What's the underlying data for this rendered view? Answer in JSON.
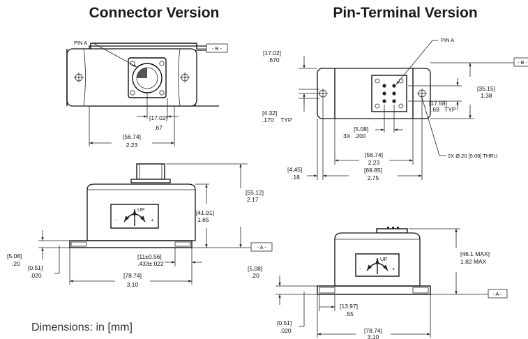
{
  "titles": {
    "connector": "Connector Version",
    "pin_terminal": "Pin-Terminal Version"
  },
  "footer": {
    "dimensions_note": "Dimensions: in [mm]"
  },
  "datums": {
    "b": "- B -",
    "a": "- A -"
  },
  "connector": {
    "pin_label": "PIN A",
    "dim_connector_offset": {
      "mm": "[17.02]",
      "in": ".67"
    },
    "dim_width": {
      "mm": "[56.74]",
      "in": "2.23"
    },
    "dim_overall_height": {
      "mm": "[55.12]",
      "in": "2.17"
    },
    "dim_body_height": {
      "mm": "[41.91]",
      "in": "1.65"
    },
    "dim_flange_thick": {
      "mm": "[5.08]",
      "in": ".20"
    },
    "dim_base_gap": {
      "mm": "[0.51]",
      "in": ".020"
    },
    "dim_hole_offset": {
      "mm": "[11±0.56]",
      "in": ".433±.022"
    },
    "dim_base_length": {
      "mm": "[78.74]",
      "in": "3.10"
    },
    "label_up": "UP",
    "label_minus": "-",
    "label_plus": "+"
  },
  "pin_terminal": {
    "pin_label": "PIN A",
    "dim_top_offset": {
      "mm": "[17.02]",
      "in": ".670"
    },
    "dim_flange_depth": {
      "mm": "[35.15]",
      "in": "1.38"
    },
    "dim_slot": {
      "mm": "[4.32]",
      "in": ".170",
      "suffix": "TYP"
    },
    "dim_pin_row": {
      "mm": "[17.58]",
      "in": ".69",
      "suffix": "TYP"
    },
    "dim_pin_pitch": {
      "mm": "[5.08]",
      "prefix": "3X",
      "in": ".200"
    },
    "dim_hole_callout": "2X Ø.20 [5.08] THRU",
    "dim_width": {
      "mm": "[56.74]",
      "in": "2.23"
    },
    "dim_hole_edge": {
      "mm": "[4.45]",
      "in": ".18"
    },
    "dim_hole_span": {
      "mm": "[69.85]",
      "in": "2.75"
    },
    "dim_max_height": {
      "mm": "[46.1 MAX]",
      "in": "1.82 MAX"
    },
    "dim_flange_thick": {
      "mm": "[5.08]",
      "in": ".20"
    },
    "dim_pin_offset": {
      "mm": "[13.97]",
      "in": ".55"
    },
    "dim_base_gap": {
      "mm": "[0.51]",
      "in": ".020"
    },
    "dim_base_length": {
      "mm": "[78.74]",
      "in": "3.10"
    },
    "label_up": "UP",
    "label_minus": "-",
    "label_plus": "+"
  }
}
